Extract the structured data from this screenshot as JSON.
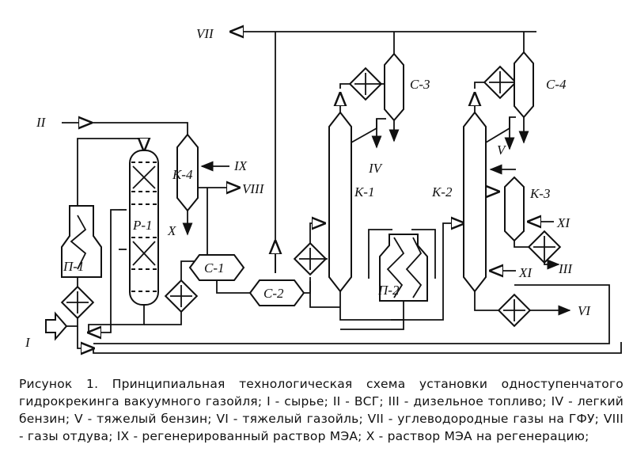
{
  "labels": {
    "stream_vii": "VII",
    "stream_ii": "II",
    "stream_ix": "IX",
    "stream_viii": "VIII",
    "stream_x": "X",
    "stream_i": "I",
    "stream_iv": "IV",
    "stream_v": "V",
    "stream_xi_top": "XI",
    "stream_xi_bottom": "XI",
    "stream_iii": "III",
    "stream_vi": "VI",
    "furnace_p1": "П-1",
    "reactor_r1": "Р-1",
    "absorber_k4": "К-4",
    "separator_c1": "С-1",
    "separator_c2": "С-2",
    "column_k1": "К-1",
    "furnace_p2": "П-2",
    "column_k2": "К-2",
    "separator_c3": "С-3",
    "separator_c4": "С-4",
    "column_k3": "К-3"
  },
  "caption": "Рисунок 1. Принципиальная технологическая схема установки одноступенчатого гидрокрекинга вакуумного газойля; I - сырье; II - ВСГ; III - дизельное топливо; IV - легкий бензин; V - тяжелый бензин; VI - тяжелый газойль; VII - углеводородные газы на ГФУ; VIII - газы отдува; IX - регенерированный раствор МЭА; X - раствор МЭА на регенерацию;"
}
